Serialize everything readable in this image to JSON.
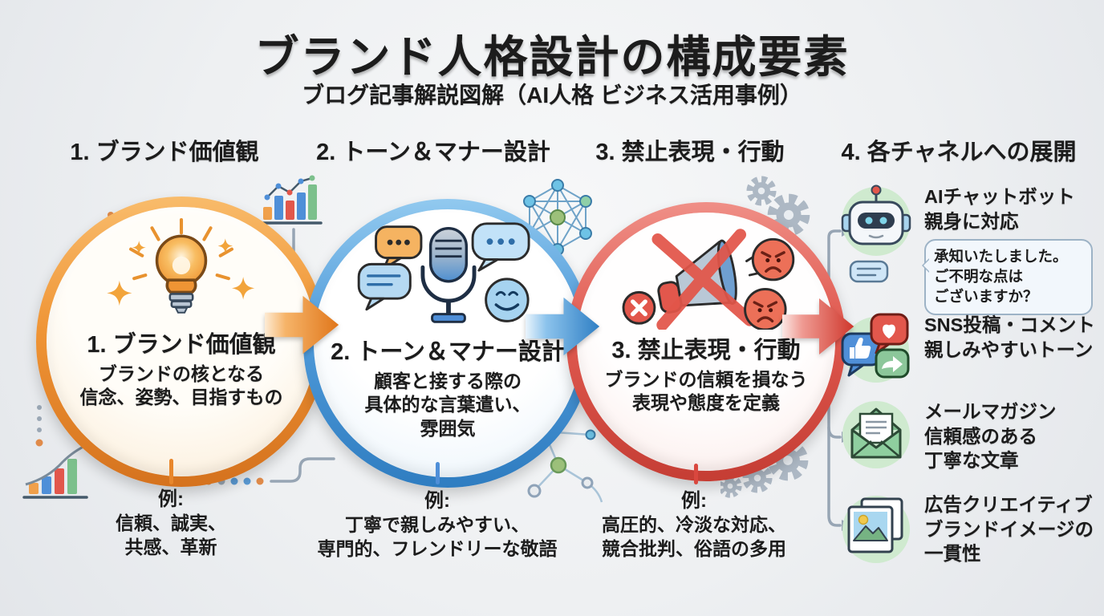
{
  "header": {
    "title": "ブランド人格設計の構成要素",
    "subtitle": "ブログ記事解説図解（AI人格 ビジネス活用事例）"
  },
  "steps": [
    {
      "header": "1. ブランド価値観",
      "title": "1. ブランド価値観",
      "description": "ブランドの核となる\n信念、姿勢、目指すもの",
      "example_label": "例:",
      "example": "信頼、誠実、\n共感、革新",
      "icon": "lightbulb-icon",
      "accent_color": "#E8862C"
    },
    {
      "header": "2. トーン＆マナー設計",
      "title": "2. トーン＆マナー設計",
      "description": "顧客と接する際の\n具体的な言葉遣い、\n雰囲気",
      "example_label": "例:",
      "example": "丁寧で親しみやすい、\n専門的、フレンドリーな敬語",
      "icon": "microphone-speech-icon",
      "accent_color": "#3E93D6"
    },
    {
      "header": "3. 禁止表現・行動",
      "title": "3. 禁止表現・行動",
      "description": "ブランドの信頼を損なう\n表現や態度を定義",
      "example_label": "例:",
      "example": "高圧的、冷淡な対応、\n競合批判、俗語の多用",
      "icon": "banned-megaphone-icon",
      "accent_color": "#D9473E"
    }
  ],
  "channels": {
    "header": "4. 各チャネルへの展開",
    "items": [
      {
        "icon": "robot-icon",
        "label": "AIチャットボット\n親身に対応",
        "bubble": "承知いたしました。\nご不明な点は\nございますか？"
      },
      {
        "icon": "sns-icon",
        "label": "SNS投稿・コメント\n親しみやすいトーン"
      },
      {
        "icon": "mail-icon",
        "label": "メールマガジン\n信頼感のある\n丁寧な文章"
      },
      {
        "icon": "ad-images-icon",
        "label": "広告クリエイティブ\nブランドイメージの\n一貫性"
      }
    ]
  },
  "colors": {
    "background": "#ECEEF1",
    "text": "#1C1C1C",
    "step1_accent": "#E8862C",
    "step2_accent": "#3E93D6",
    "step3_accent": "#D9473E",
    "channel_icon_background": "#CFEACF"
  }
}
